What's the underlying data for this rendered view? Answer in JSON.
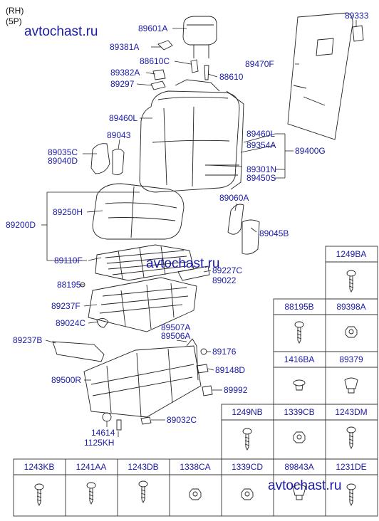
{
  "header": {
    "side": "(RH)",
    "variant": "(5P)"
  },
  "watermark": "avtochast.ru",
  "colors": {
    "label": "#1a1aa8",
    "line": "#222222",
    "grid": "#333333",
    "watermark": "#1a1aa8"
  },
  "labels": {
    "p89601A": "89601A",
    "p89381A": "89381A",
    "p88610C": "88610C",
    "p89382A": "89382A",
    "p88610": "88610",
    "p89297": "89297",
    "p89460L_a": "89460L",
    "p89043": "89043",
    "p89035C": "89035C",
    "p89040D": "89040D",
    "p89333": "89333",
    "p89470F": "89470F",
    "p89460L_b": "89460L",
    "p89354A": "89354A",
    "p89400G": "89400G",
    "p89301N": "89301N",
    "p89450S": "89450S",
    "p89060A": "89060A",
    "p89045B": "89045B",
    "p89200D": "89200D",
    "p89250H": "89250H",
    "p89110F": "89110F",
    "p89227C": "89227C",
    "p89022": "89022",
    "p88195": "88195",
    "p89237F": "89237F",
    "p89024C": "89024C",
    "p89237B": "89237B",
    "p89507A": "89507A",
    "p89506A": "89506A",
    "p89176": "89176",
    "p89148D": "89148D",
    "p89500R": "89500R",
    "p89992": "89992",
    "p14614": "14614",
    "p1125KH": "1125KH",
    "p89032C": "89032C"
  },
  "fastener_table": [
    "1249BA",
    "88195B",
    "89398A",
    "1416BA",
    "89379",
    "1249NB",
    "1339CB",
    "1243DM",
    "1243KB",
    "1241AA",
    "1243DB",
    "1338CA",
    "1339CD",
    "89843A",
    "1231DE"
  ]
}
